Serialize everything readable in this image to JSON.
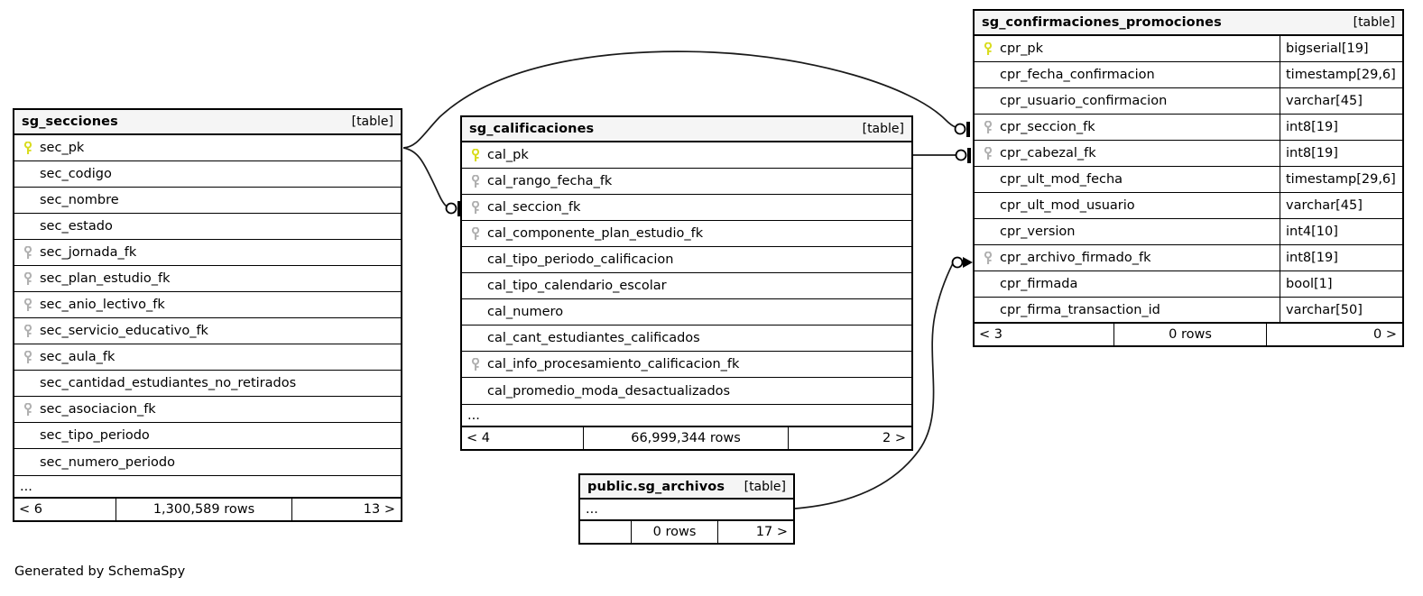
{
  "diagram": {
    "credit": "Generated by SchemaSpy",
    "table_tag": "[table]",
    "ellipsis": "...",
    "colors": {
      "primary_key": "#d9dc1e",
      "foreign_key": "#b0b0b0",
      "border": "#000000",
      "header_background": "#f5f5f5",
      "background": "#ffffff"
    }
  },
  "tables": {
    "sg_secciones": {
      "name": "sg_secciones",
      "tag": "[table]",
      "columns": [
        {
          "name": "sec_pk",
          "key": "pk"
        },
        {
          "name": "sec_codigo",
          "key": "none"
        },
        {
          "name": "sec_nombre",
          "key": "none"
        },
        {
          "name": "sec_estado",
          "key": "none"
        },
        {
          "name": "sec_jornada_fk",
          "key": "fk"
        },
        {
          "name": "sec_plan_estudio_fk",
          "key": "fk"
        },
        {
          "name": "sec_anio_lectivo_fk",
          "key": "fk"
        },
        {
          "name": "sec_servicio_educativo_fk",
          "key": "fk"
        },
        {
          "name": "sec_aula_fk",
          "key": "fk"
        },
        {
          "name": "sec_cantidad_estudiantes_no_retirados",
          "key": "none"
        },
        {
          "name": "sec_asociacion_fk",
          "key": "fk"
        },
        {
          "name": "sec_tipo_periodo",
          "key": "none"
        },
        {
          "name": "sec_numero_periodo",
          "key": "none"
        }
      ],
      "more_indicator": "...",
      "footer": {
        "left": "< 6",
        "middle": "1,300,589 rows",
        "right": "13 >"
      }
    },
    "sg_calificaciones": {
      "name": "sg_calificaciones",
      "tag": "[table]",
      "columns": [
        {
          "name": "cal_pk",
          "key": "pk"
        },
        {
          "name": "cal_rango_fecha_fk",
          "key": "fk"
        },
        {
          "name": "cal_seccion_fk",
          "key": "fk"
        },
        {
          "name": "cal_componente_plan_estudio_fk",
          "key": "fk"
        },
        {
          "name": "cal_tipo_periodo_calificacion",
          "key": "none"
        },
        {
          "name": "cal_tipo_calendario_escolar",
          "key": "none"
        },
        {
          "name": "cal_numero",
          "key": "none"
        },
        {
          "name": "cal_cant_estudiantes_calificados",
          "key": "none"
        },
        {
          "name": "cal_info_procesamiento_calificacion_fk",
          "key": "fk"
        },
        {
          "name": "cal_promedio_moda_desactualizados",
          "key": "none"
        }
      ],
      "more_indicator": "...",
      "footer": {
        "left": "< 4",
        "middle": "66,999,344 rows",
        "right": "2 >"
      }
    },
    "sg_confirmaciones_promociones": {
      "name": "sg_confirmaciones_promociones",
      "tag": "[table]",
      "columns": [
        {
          "name": "cpr_pk",
          "key": "pk",
          "type": "bigserial[19]"
        },
        {
          "name": "cpr_fecha_confirmacion",
          "key": "none",
          "type": "timestamp[29,6]"
        },
        {
          "name": "cpr_usuario_confirmacion",
          "key": "none",
          "type": "varchar[45]"
        },
        {
          "name": "cpr_seccion_fk",
          "key": "fk",
          "type": "int8[19]"
        },
        {
          "name": "cpr_cabezal_fk",
          "key": "fk",
          "type": "int8[19]"
        },
        {
          "name": "cpr_ult_mod_fecha",
          "key": "none",
          "type": "timestamp[29,6]"
        },
        {
          "name": "cpr_ult_mod_usuario",
          "key": "none",
          "type": "varchar[45]"
        },
        {
          "name": "cpr_version",
          "key": "none",
          "type": "int4[10]"
        },
        {
          "name": "cpr_archivo_firmado_fk",
          "key": "fk",
          "type": "int8[19]"
        },
        {
          "name": "cpr_firmada",
          "key": "none",
          "type": "bool[1]"
        },
        {
          "name": "cpr_firma_transaction_id",
          "key": "none",
          "type": "varchar[50]"
        }
      ],
      "footer": {
        "left": "< 3",
        "middle": "0 rows",
        "right": "0 >"
      }
    },
    "public_sg_archivos": {
      "name": "public.sg_archivos",
      "tag": "[table]",
      "more_indicator": "...",
      "footer": {
        "left": "",
        "middle": "0 rows",
        "right": "17 >"
      }
    }
  },
  "relationships": [
    {
      "from": "sg_secciones.sec_pk",
      "to": "sg_confirmaciones_promociones.cpr_seccion_fk",
      "marker": "zero-or-one"
    },
    {
      "from": "sg_secciones.sec_pk",
      "to": "sg_calificaciones.cal_seccion_fk",
      "marker": "zero-or-one"
    },
    {
      "from": "sg_calificaciones.cal_pk",
      "to": "sg_confirmaciones_promociones.cpr_cabezal_fk",
      "marker": "zero-or-one"
    },
    {
      "from": "public.sg_archivos",
      "to": "sg_confirmaciones_promociones.cpr_archivo_firmado_fk",
      "marker": "zero-or-one-arrow"
    }
  ]
}
